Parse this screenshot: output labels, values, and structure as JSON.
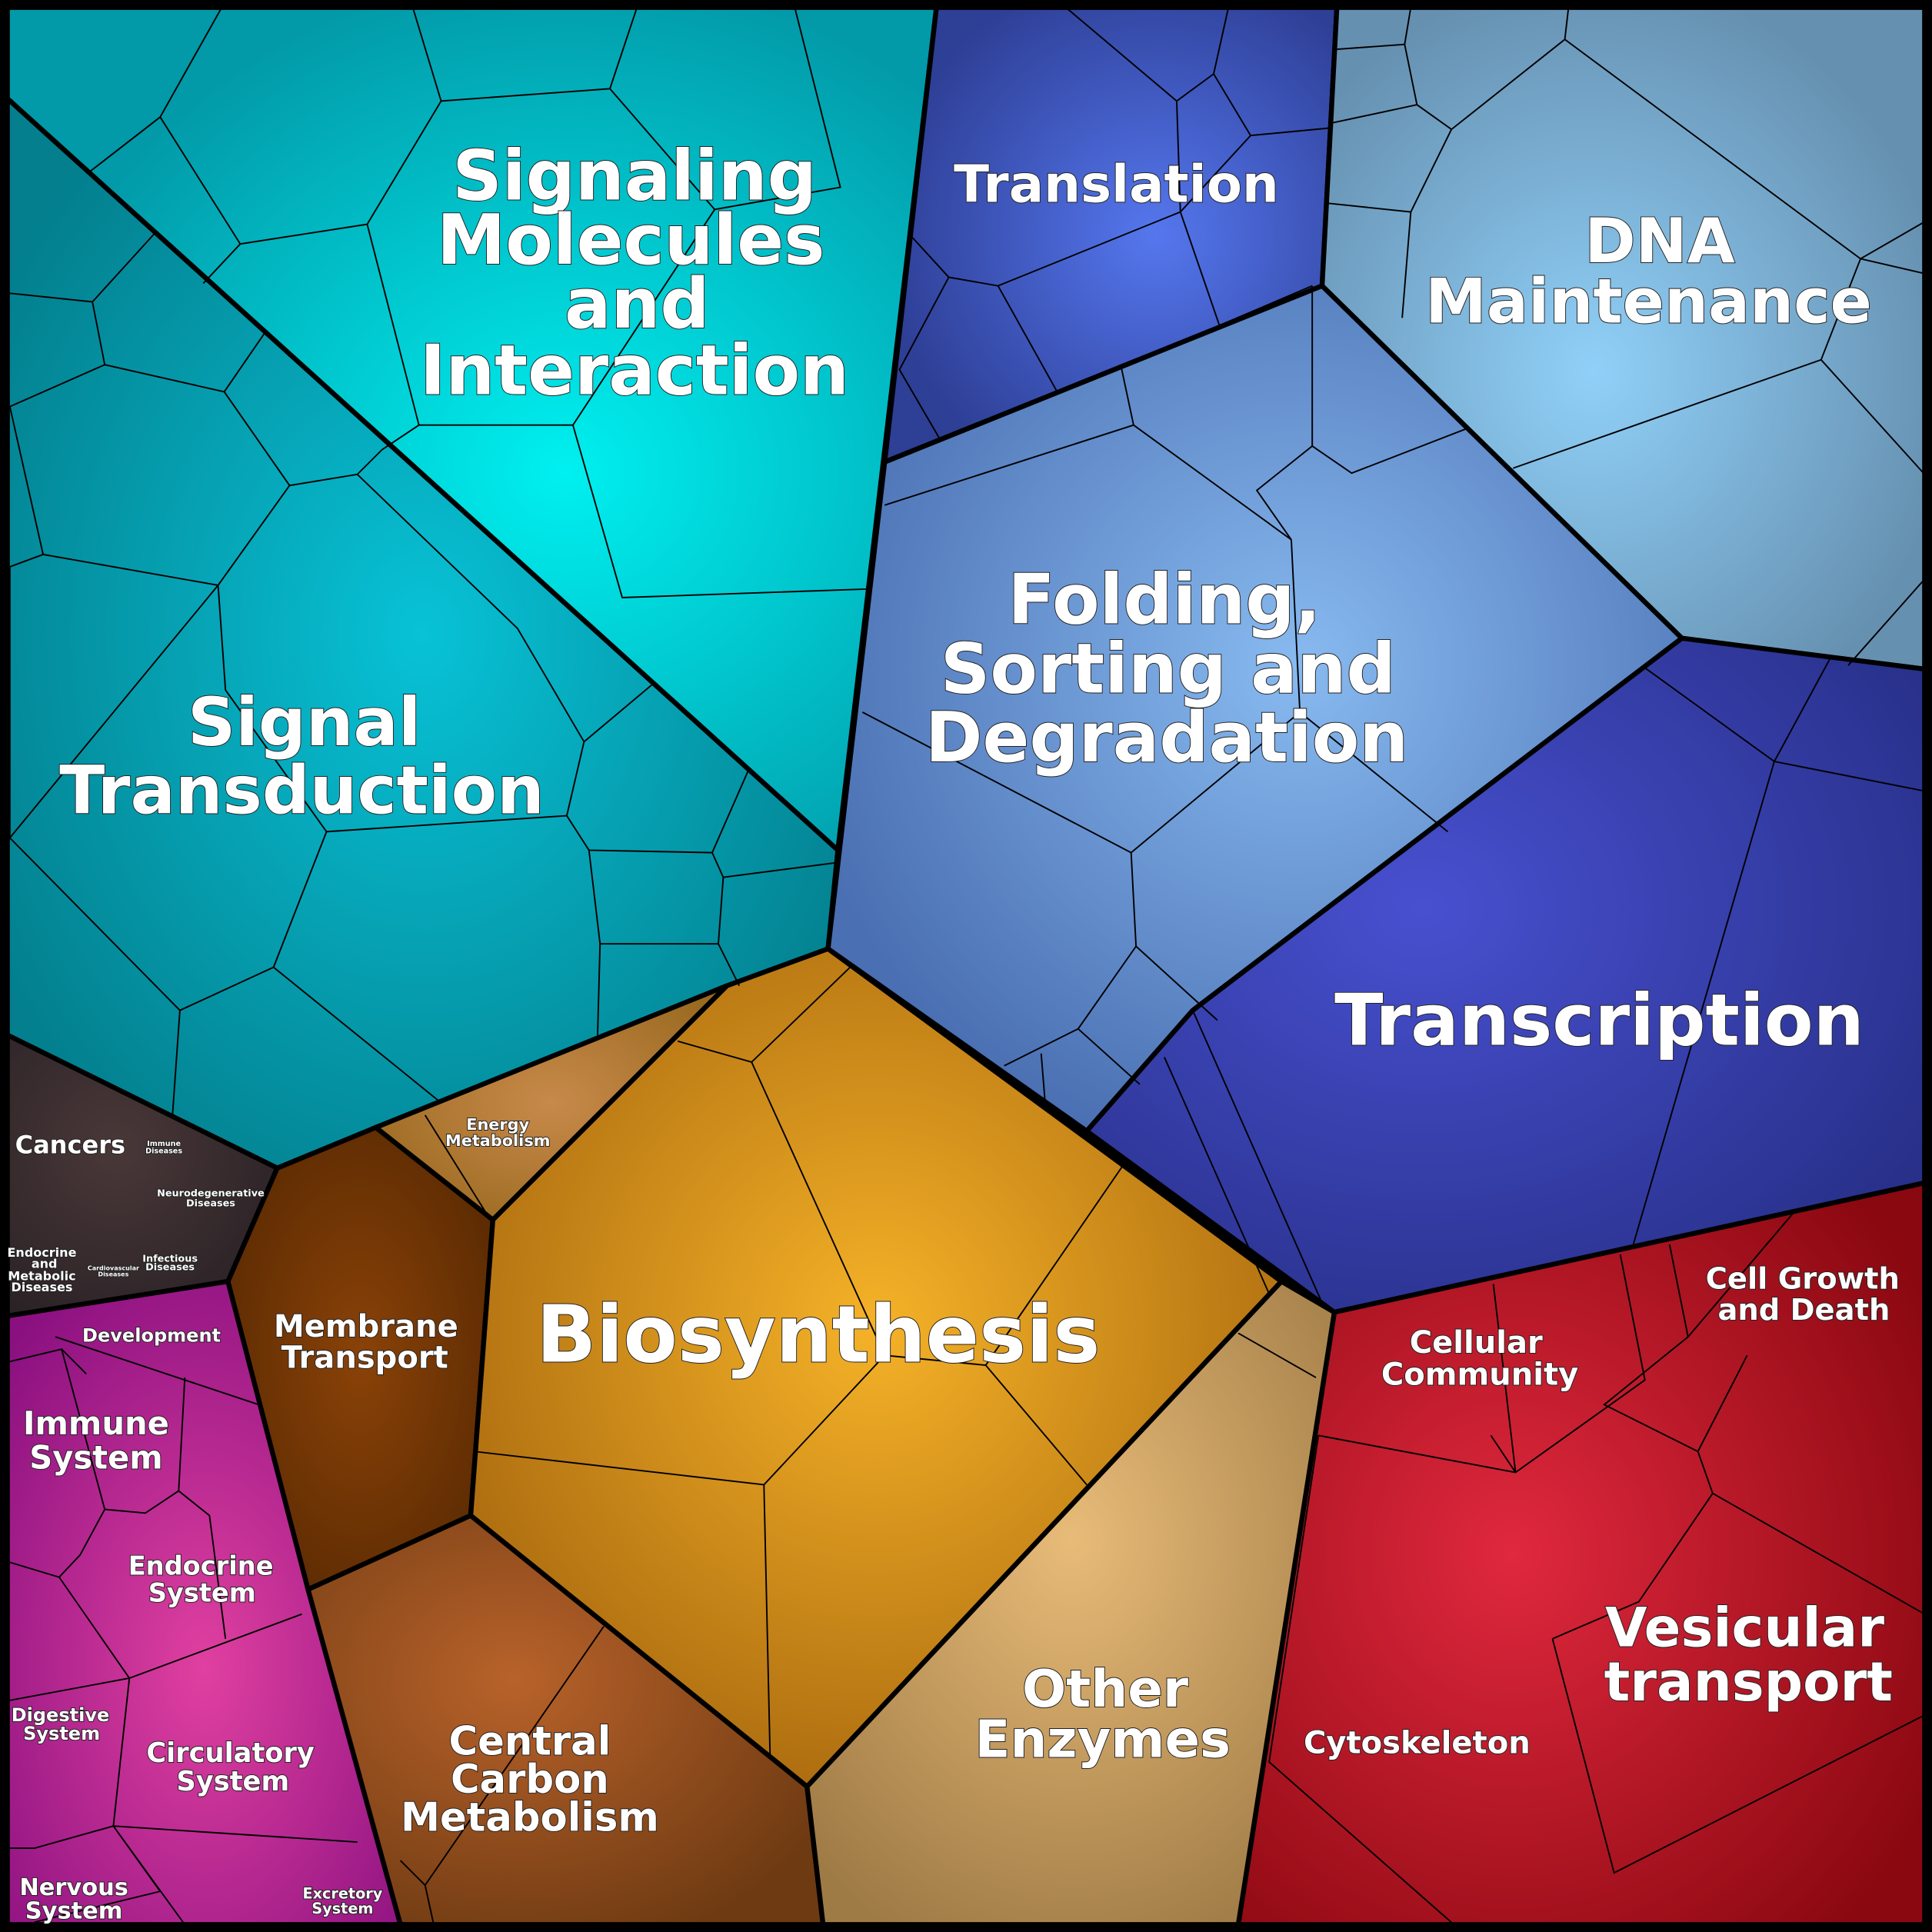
{
  "colors": {
    "signaling": "#00b5c0",
    "signal_transduction": "#0698a8",
    "diseases": "#3a2e2e",
    "organismal": "#b0209a",
    "membrane": "#6e3505",
    "energy": "#b07a2a",
    "biosynthesis": "#d88f18",
    "carbon": "#8a4a15",
    "other_enzymes": "#c49a60",
    "translation": "#3f55bf",
    "dna": "#78aee0",
    "folding": "#5e8fd8",
    "transcription": "#33379a",
    "cellular": "#b8182a"
  },
  "labels": {
    "signaling_molecules": [
      "Signaling",
      "Molecules",
      "and",
      "Interaction"
    ],
    "signal_transduction": [
      "Signal",
      "Transduction"
    ],
    "translation": [
      "Translation"
    ],
    "dna_maintenance": [
      "DNA",
      "Maintenance"
    ],
    "folding": [
      "Folding,",
      "Sorting and",
      "Degradation"
    ],
    "transcription": [
      "Transcription"
    ],
    "biosynthesis": [
      "Biosynthesis"
    ],
    "membrane_transport": [
      "Membrane",
      "Transport"
    ],
    "energy_metabolism": [
      "Energy",
      "Metabolism"
    ],
    "central_carbon": [
      "Central",
      "Carbon",
      "Metabolism"
    ],
    "other_enzymes": [
      "Other",
      "Enzymes"
    ],
    "cancers": [
      "Cancers"
    ],
    "immune_diseases": [
      "Immune",
      "Diseases"
    ],
    "neurodegenerative": [
      "Neurodegenerative",
      "Diseases"
    ],
    "endocrine_metabolic": [
      "Endocrine",
      "and",
      "Metabolic",
      "Diseases"
    ],
    "cardiovascular": [
      "Cardiovascular",
      "Diseases"
    ],
    "infectious": [
      "Infectious",
      "Diseases"
    ],
    "development": [
      "Development"
    ],
    "immune_system": [
      "Immune",
      "System"
    ],
    "endocrine_system": [
      "Endocrine",
      "System"
    ],
    "digestive_system": [
      "Digestive",
      "System"
    ],
    "circulatory_system": [
      "Circulatory",
      "System"
    ],
    "nervous_system": [
      "Nervous",
      "System"
    ],
    "excretory_system": [
      "Excretory",
      "System"
    ],
    "cellular_community": [
      "Cellular",
      "Community"
    ],
    "cell_growth": [
      "Cell Growth",
      "and Death"
    ],
    "vesicular": [
      "Vesicular",
      "transport"
    ],
    "cytoskeleton": [
      "Cytoskeleton"
    ]
  }
}
